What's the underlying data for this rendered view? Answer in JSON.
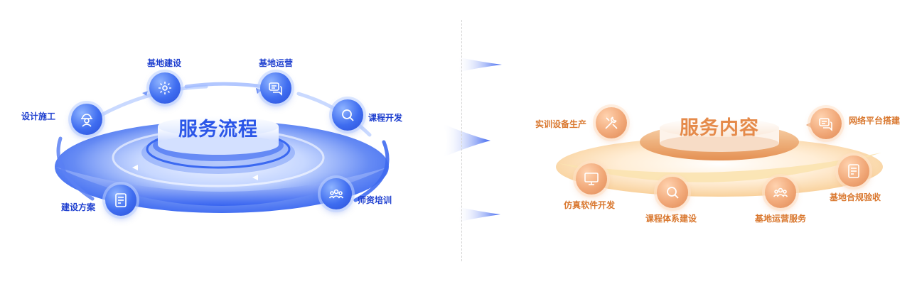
{
  "colors": {
    "blue_primary": "#2f5ff0",
    "blue_text": "#1e3fcf",
    "orange_primary": "#e8915a",
    "orange_text": "#d9772e"
  },
  "left": {
    "title": "服务流程",
    "nodes": [
      {
        "label": "设计施工",
        "icon": "worker-icon"
      },
      {
        "label": "基地建设",
        "icon": "gear-icon"
      },
      {
        "label": "基地运营",
        "icon": "chat-icon"
      },
      {
        "label": "课程开发",
        "icon": "search-icon"
      },
      {
        "label": "师资培训",
        "icon": "people-icon"
      },
      {
        "label": "建设方案",
        "icon": "document-icon"
      }
    ]
  },
  "right": {
    "title": "服务内容",
    "nodes": [
      {
        "label": "实训设备生产",
        "icon": "tools-icon"
      },
      {
        "label": "网络平台搭建",
        "icon": "chat-icon"
      },
      {
        "label": "仿真软件开发",
        "icon": "monitor-icon"
      },
      {
        "label": "课程体系建设",
        "icon": "search-icon"
      },
      {
        "label": "基地运营服务",
        "icon": "people-icon"
      },
      {
        "label": "基地合规验收",
        "icon": "document-icon"
      }
    ]
  }
}
